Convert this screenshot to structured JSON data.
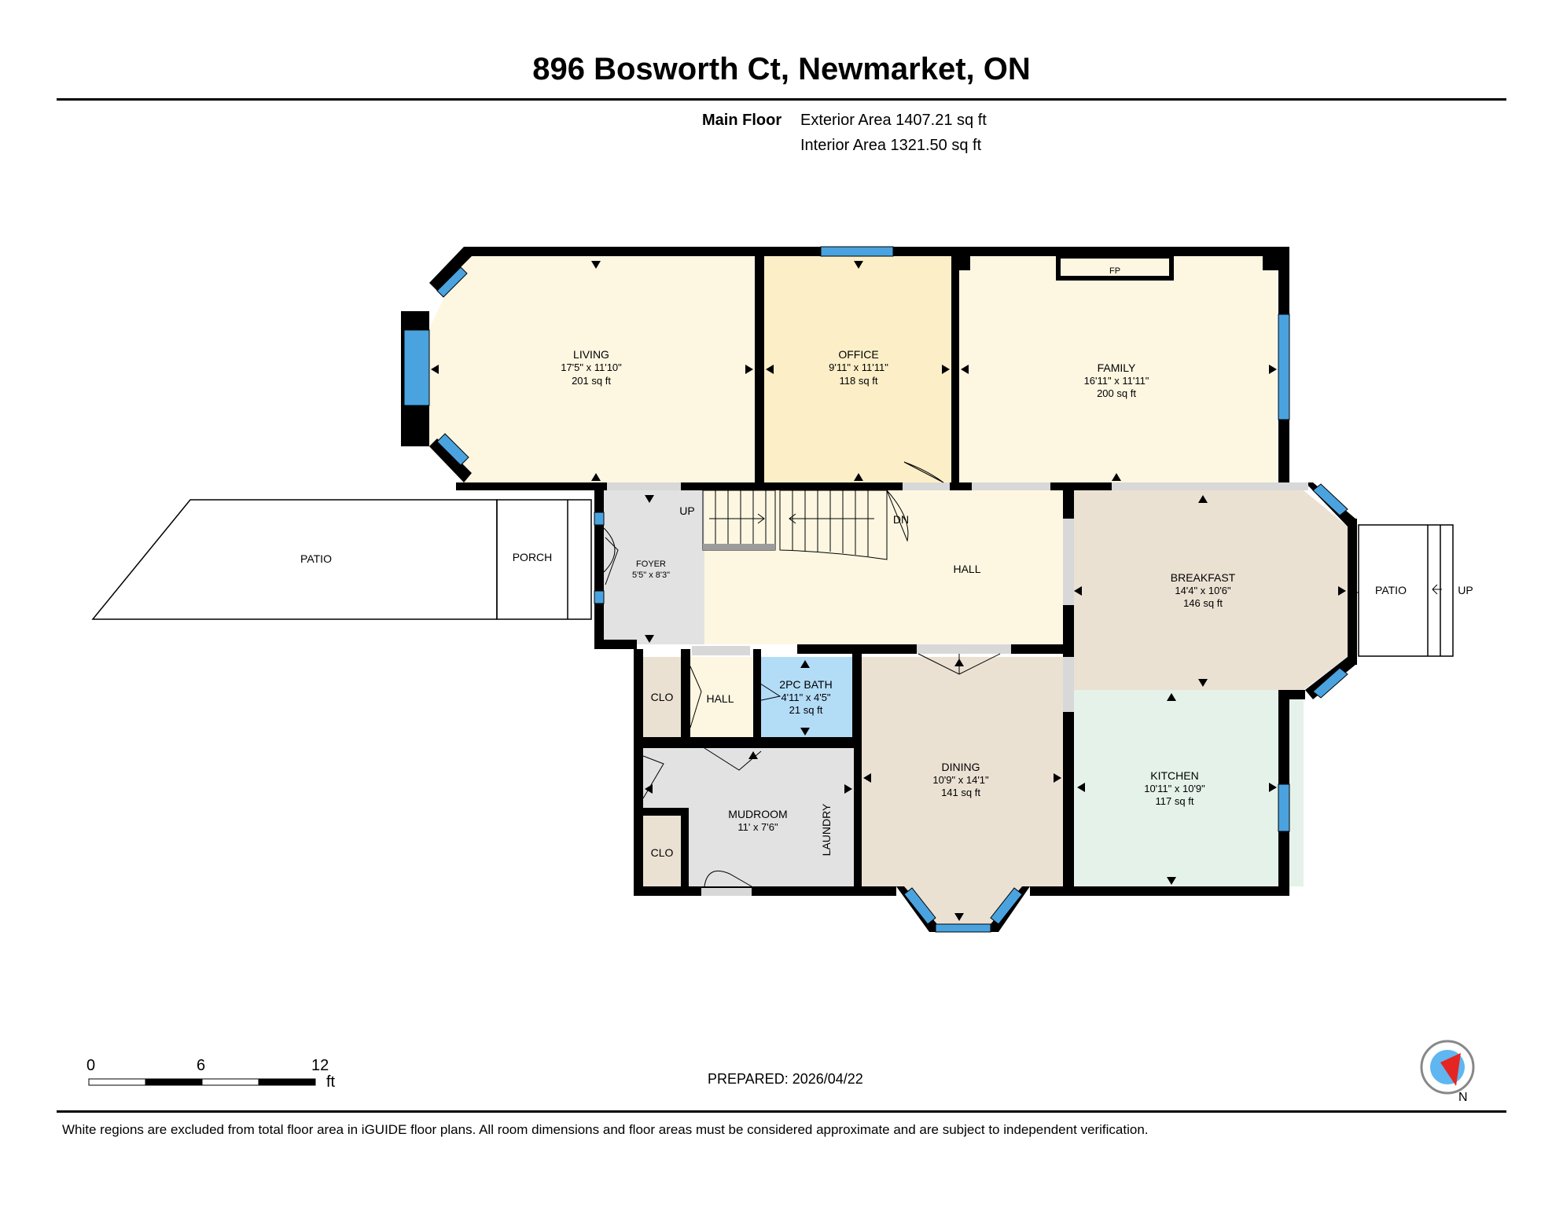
{
  "header": {
    "address": "896 Bosworth Ct, Newmarket, ON"
  },
  "summary": {
    "floor": "Main Floor",
    "exterior": "Exterior Area 1407.21 sq ft",
    "interior": "Interior Area 1321.50 sq ft"
  },
  "rooms": {
    "living": {
      "name": "LIVING",
      "dims": "17'5\" x 11'10\"",
      "area": "201 sq ft"
    },
    "office": {
      "name": "OFFICE",
      "dims": "9'11\" x 11'11\"",
      "area": "118 sq ft"
    },
    "family": {
      "name": "FAMILY",
      "dims": "16'11\" x 11'11\"",
      "area": "200 sq ft"
    },
    "foyer": {
      "name": "FOYER",
      "dims": "5'5\" x 8'3\""
    },
    "hall_main": {
      "name": "HALL"
    },
    "breakfast": {
      "name": "BREAKFAST",
      "dims": "14'4\" x 10'6\"",
      "area": "146 sq ft"
    },
    "clo_top": {
      "name": "CLO"
    },
    "hall_small": {
      "name": "HALL"
    },
    "bath": {
      "name": "2PC BATH",
      "dims": "4'11\" x 4'5\"",
      "area": "21 sq ft"
    },
    "dining": {
      "name": "DINING",
      "dims": "10'9\" x 14'1\"",
      "area": "141 sq ft"
    },
    "kitchen": {
      "name": "KITCHEN",
      "dims": "10'11\" x 10'9\"",
      "area": "117 sq ft"
    },
    "mudroom": {
      "name": "MUDROOM",
      "dims": "11' x 7'6\""
    },
    "clo_bottom": {
      "name": "CLO"
    },
    "laundry": {
      "name": "LAUNDRY"
    }
  },
  "exterior_labels": {
    "patio_left": "PATIO",
    "porch": "PORCH",
    "patio_right": "PATIO",
    "up_right": "UP",
    "up_stair": "UP",
    "dn_stair": "DN",
    "fireplace": "FP"
  },
  "scale": {
    "ticks": [
      "0",
      "6",
      "12"
    ],
    "unit": "ft"
  },
  "compass": {
    "label": "N"
  },
  "prepared": "PREPARED: 2026/04/22",
  "disclaimer": "White regions are excluded from total floor area in iGUIDE floor plans. All room dimensions and floor areas must be considered approximate and are subject to independent verification.",
  "colors": {
    "living": "#fdf6e1",
    "office": "#fcefc8",
    "family": "#fdf6e1",
    "hall": "#fdf7e2",
    "foyer": "#e2e2e2",
    "breakfast": "#ebe1d3",
    "kitchen": "#e5f2ea",
    "dining": "#ebe1d3",
    "bath": "#b3dcf7",
    "mudroom": "#e2e2e2",
    "clo": "#ebe1d3",
    "window": "#4aa3df",
    "wall": "#000000"
  }
}
